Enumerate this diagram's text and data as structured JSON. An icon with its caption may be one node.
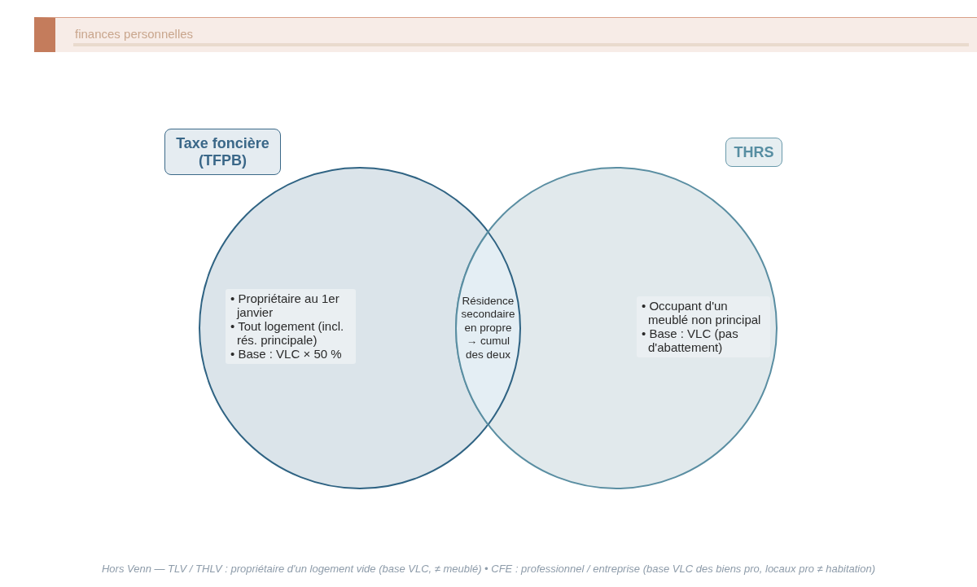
{
  "diagram": {
    "caption": "Hors Venn — TLV / THLV : propriétaire d'un logement vide (base VLC, ≠ meublé) • CFE : professionnel / entreprise (base VLC des biens pro, locaux pro ≠ habitation)",
    "nodes": [
      {
        "text": [
          "Taxe foncière (TFPB)",
          "• Propriétaire au 1er janvier",
          "• Tout logement (incl. rés. principale)",
          "• Base : VLC × 50 %"
        ]
      },
      {
        "text": [
          "THRS",
          "• Occupant d'un meublé non principal",
          "• Base : VLC (pas d'abattement)"
        ]
      },
      {
        "text": [
          "Résidence secondaire en propre → cumul des deux"
        ]
      }
    ],
    "labels": [
      "finances personnelles"
    ]
  }
}
